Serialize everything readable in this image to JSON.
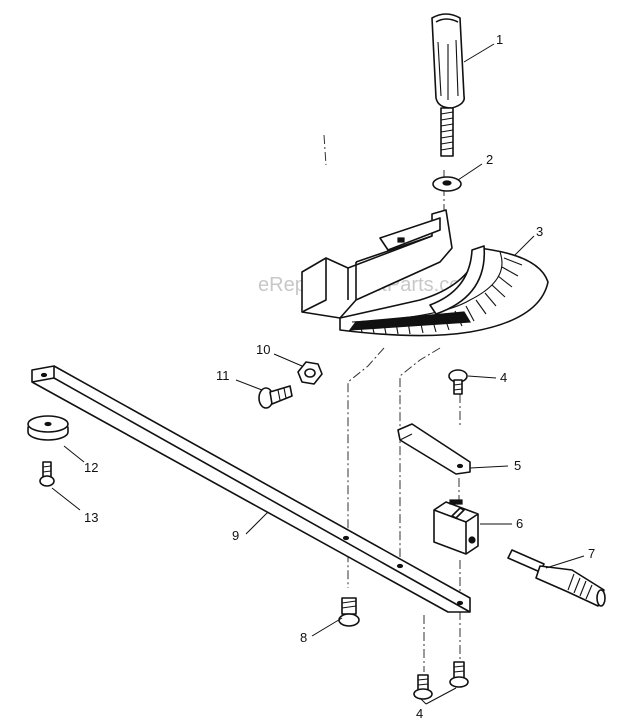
{
  "watermark": "eReplacementParts.com",
  "callouts": [
    {
      "id": "c1",
      "label": "1"
    },
    {
      "id": "c2",
      "label": "2"
    },
    {
      "id": "c3",
      "label": "3"
    },
    {
      "id": "c4a",
      "label": "4"
    },
    {
      "id": "c5",
      "label": "5"
    },
    {
      "id": "c6",
      "label": "6"
    },
    {
      "id": "c7",
      "label": "7"
    },
    {
      "id": "c8",
      "label": "8"
    },
    {
      "id": "c9",
      "label": "9"
    },
    {
      "id": "c10",
      "label": "10"
    },
    {
      "id": "c11",
      "label": "11"
    },
    {
      "id": "c12",
      "label": "12"
    },
    {
      "id": "c13",
      "label": "13"
    },
    {
      "id": "c4b",
      "label": "4"
    }
  ]
}
